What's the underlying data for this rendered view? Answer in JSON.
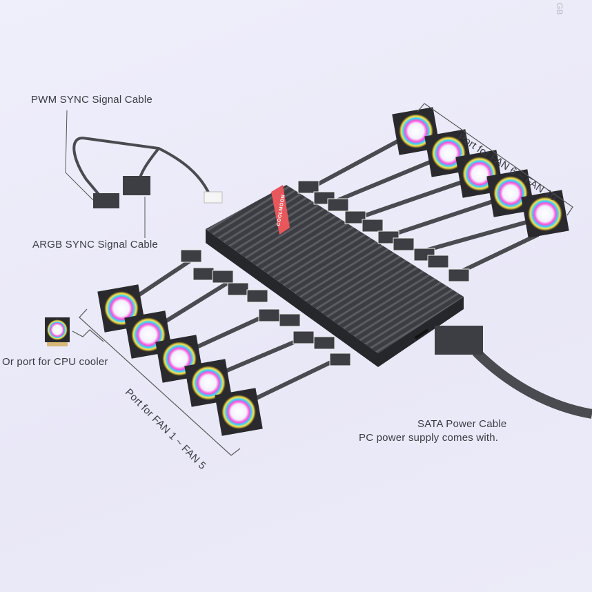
{
  "labels": {
    "pwm": "PWM SYNC Signal Cable",
    "argb": "ARGB SYNC Signal Cable",
    "cpu": "Or port for CPU cooler",
    "fan_high": "Port for FAN 6 ~ FAN 10",
    "fan_low": "Port for FAN 1 ~ FAN 5",
    "sata": "SATA Power Cable",
    "psu": "PC power supply comes with.",
    "corner": "GB"
  },
  "hub": {
    "brand": "COOLMOON",
    "accent": "#e8575c",
    "body": "#3a3b40"
  },
  "colors": {
    "background": "#edecf9",
    "cable": "#4a4b50",
    "text": "#3a3a44"
  }
}
